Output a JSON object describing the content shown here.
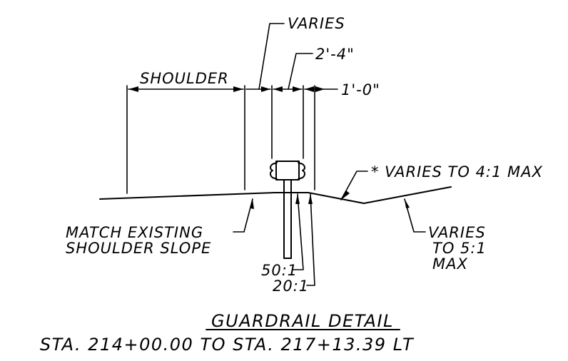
{
  "labels": {
    "varies_top": "VARIES",
    "shoulder": "SHOULDER",
    "dim_2_4": "2'-4\"",
    "dim_1_0": "1'-0\"",
    "varies_4_1": "* VARIES TO 4:1 MAX",
    "match_line1": "MATCH EXISTING",
    "match_line2": "SHOULDER SLOPE",
    "varies_5_1_line1": "VARIES",
    "varies_5_1_line2": "TO 5:1",
    "varies_5_1_line3": "MAX",
    "slope_50": "50:1",
    "slope_20": "20:1"
  },
  "title": {
    "main": "GUARDRAIL DETAIL",
    "station": "STA. 214+00.00 TO STA. 217+13.39 LT"
  },
  "colors": {
    "ink": "#000000",
    "background": "#ffffff"
  }
}
